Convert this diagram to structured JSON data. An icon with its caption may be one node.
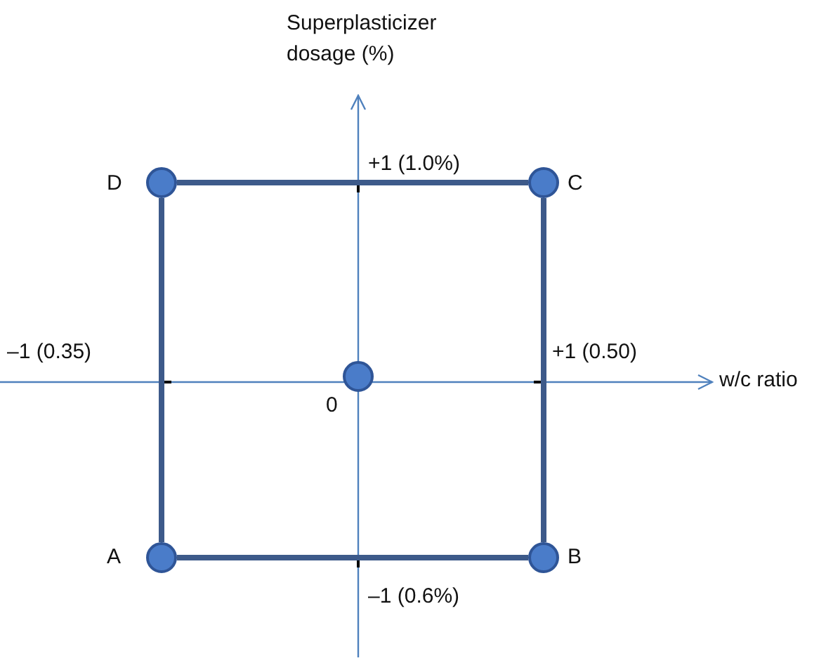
{
  "diagram": {
    "nodes": [
      {
        "text": [],
        "shape": "circle",
        "beside": [
          "D"
        ]
      },
      {
        "text": [],
        "shape": "circle",
        "beside": [
          "C"
        ]
      },
      {
        "text": [],
        "shape": "circle",
        "beside": [
          "0"
        ]
      },
      {
        "text": [],
        "shape": "circle",
        "beside": [
          "A"
        ]
      },
      {
        "text": [],
        "shape": "circle",
        "beside": [
          "B"
        ]
      }
    ],
    "edges": [
      {
        "from": 0,
        "to": 1,
        "arrow": "none"
      },
      {
        "from": 1,
        "to": 4,
        "arrow": "none"
      },
      {
        "from": 4,
        "to": 3,
        "arrow": "none"
      },
      {
        "from": 3,
        "to": 0,
        "arrow": "none"
      }
    ],
    "labels": [
      "Superplasticizer dosage (%)",
      "+1 (1.0%)",
      "–1 (0.35)",
      "+1 (0.50)",
      "w/c ratio",
      "–1 (0.6%)"
    ]
  }
}
